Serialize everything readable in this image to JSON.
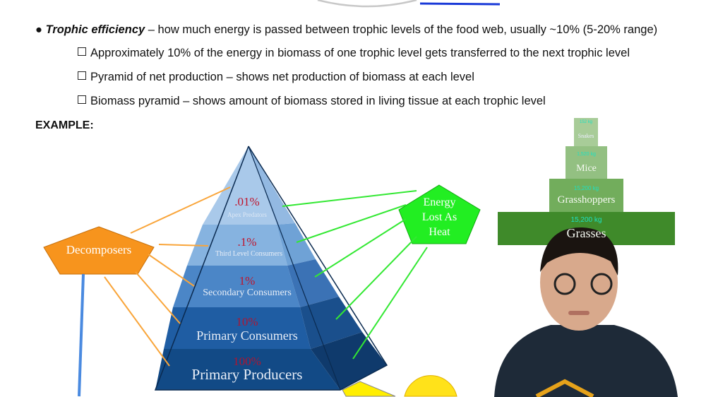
{
  "notes": {
    "bullet_term": "Trophic efficiency",
    "bullet_text": " – how much energy is passed between trophic levels of the food web, usually ~10% (5-20% range)",
    "sub_items": [
      "Approximately 10% of the energy in biomass of one trophic level gets transferred to the next trophic level",
      "Pyramid of net production – shows net production of biomass at each level",
      "Biomass pyramid – shows amount of biomass stored in living tissue at each trophic level"
    ],
    "example_label": "EXAMPLE:"
  },
  "energy_pyramid": {
    "levels": [
      {
        "percent": ".01%",
        "name": "Apex Predators"
      },
      {
        "percent": ".1%",
        "name": "Third Level Consumers"
      },
      {
        "percent": "1%",
        "name": "Secondary Consumers"
      },
      {
        "percent": "10%",
        "name": "Primary Consumers"
      },
      {
        "percent": "100%",
        "name": "Primary Producers"
      }
    ],
    "decomposers": "Decomposers",
    "heat": [
      "Energy",
      "Lost As",
      "Heat"
    ],
    "colors": {
      "percent": "#c0142c",
      "decomposers": "#f7941d",
      "heat": "#22ee22",
      "arrow_orange": "#f9a53a",
      "arrow_green": "#33e833"
    }
  },
  "biomass_pyramid": {
    "levels": [
      {
        "mass": "152 kg",
        "name": "Snakes"
      },
      {
        "mass": "1,520 kg",
        "name": "Mice"
      },
      {
        "mass": "15,200 kg",
        "name": "Grasshoppers"
      },
      {
        "mass": "15,200 kg",
        "name": "Grasses"
      }
    ],
    "colors": {
      "mass": "#1fe0c0"
    }
  }
}
